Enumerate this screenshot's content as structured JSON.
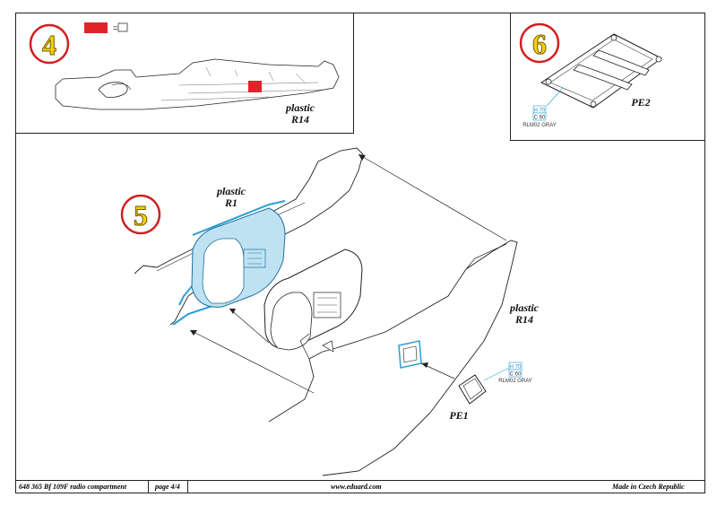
{
  "steps": {
    "step4": "4",
    "step5": "5",
    "step6": "6"
  },
  "labels": {
    "step4_part": [
      "plastic",
      "R14"
    ],
    "step5_part_r1": [
      "plastic",
      "R1"
    ],
    "step5_part_r14": [
      "plastic",
      "R14"
    ],
    "pe1": "PE1",
    "pe2": "PE2"
  },
  "paint_callouts": {
    "step5": {
      "h_code": "H 70",
      "c_code": "C 60",
      "name": "RLM02 GRAY"
    },
    "step6": {
      "h_code": "H 70",
      "c_code": "C 60",
      "name": "RLM02 GRAY"
    }
  },
  "legend_step4": {
    "symbol": "="
  },
  "footer": {
    "product": "648 365  Bf 109F radio compartment",
    "page": "page 4/4",
    "website": "www.eduard.com",
    "origin": "Made in Czech Republic"
  },
  "colors": {
    "remove_red": "#e0242a",
    "highlight_blue": "#2a9fd6",
    "step_circle": "#d02020",
    "step_number": "#f2d200"
  }
}
